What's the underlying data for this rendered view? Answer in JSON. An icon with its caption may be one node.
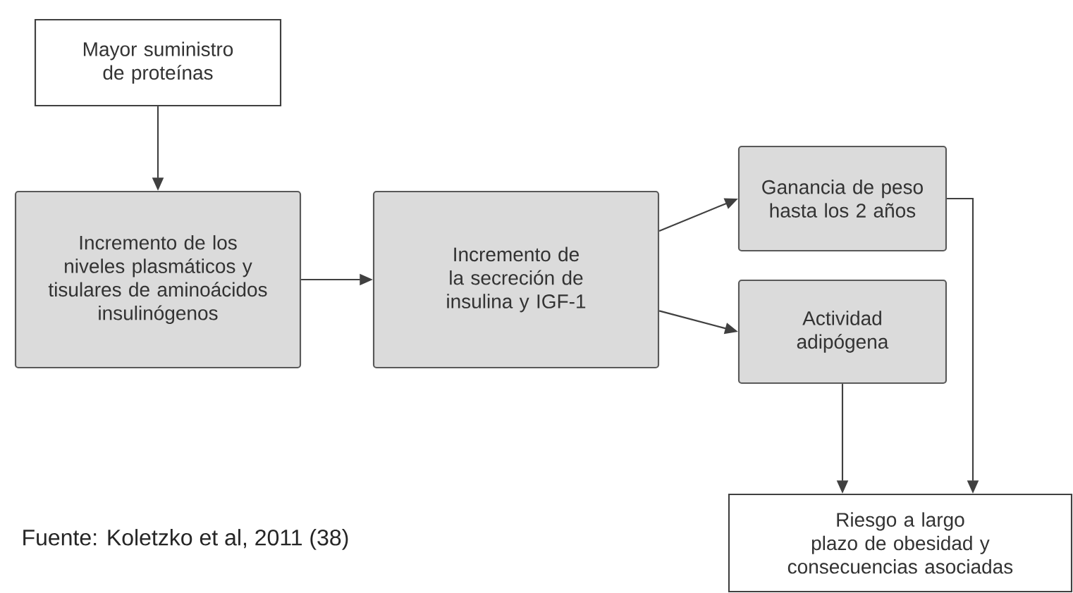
{
  "diagram": {
    "nodes": [
      {
        "text": [
          "Mayor suministro de proteínas"
        ]
      },
      {
        "text": [
          "Incremento de los niveles plasmáticos y tisulares de aminoácidos insulinógenos"
        ]
      },
      {
        "text": [
          "Incremento de la secreción de insulina y IGF-1"
        ]
      },
      {
        "text": [
          "Ganancia de peso hasta los 2 años"
        ]
      },
      {
        "text": [
          "Actividad adipógena"
        ]
      },
      {
        "text": [
          "Riesgo a largo plazo de obesidad y consecuencias asociadas"
        ]
      }
    ],
    "edges": [
      {
        "from": 0,
        "to": 1,
        "arrow": "to"
      },
      {
        "from": 1,
        "to": 2,
        "arrow": "to"
      },
      {
        "from": 2,
        "to": 3,
        "arrow": "to"
      },
      {
        "from": 2,
        "to": 4,
        "arrow": "to"
      },
      {
        "from": 4,
        "to": 5,
        "arrow": "to"
      },
      {
        "from": 3,
        "to": 5,
        "arrow": "to"
      }
    ],
    "labels": [
      "Fuente: Koletzko et al, 2011 (38)"
    ]
  }
}
